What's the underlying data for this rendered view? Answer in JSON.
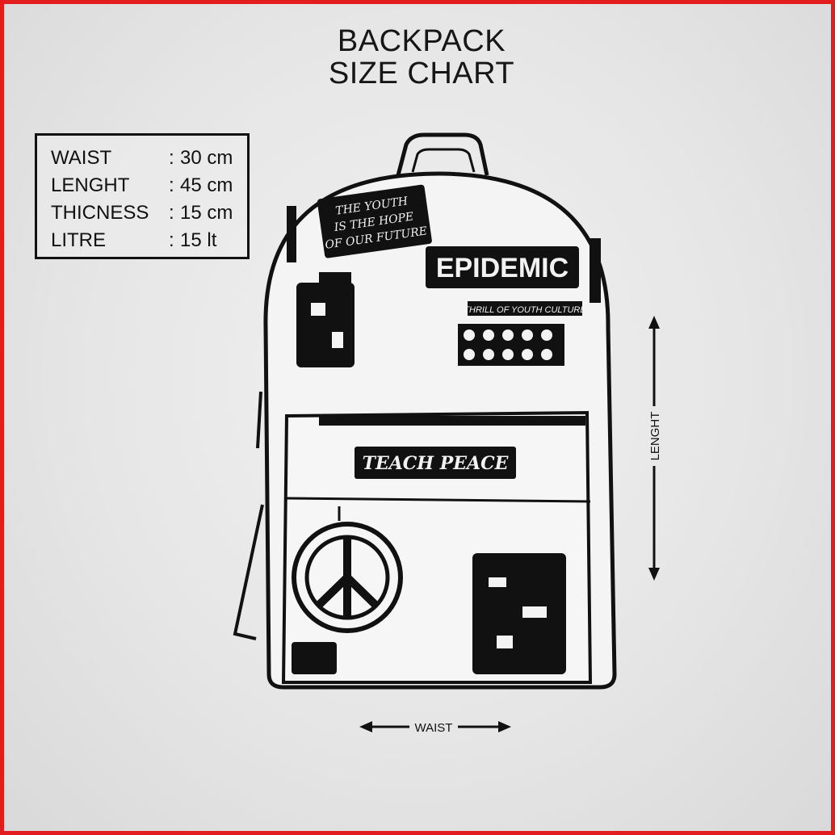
{
  "title": {
    "line1": "BACKPACK",
    "line2": "SIZE CHART"
  },
  "specs": [
    {
      "label": "WAIST",
      "value": "30 cm"
    },
    {
      "label": "LENGHT",
      "value": "45 cm"
    },
    {
      "label": "THICNESS",
      "value": "15 cm"
    },
    {
      "label": "LITRE",
      "value": "15 lt"
    }
  ],
  "colon": ":",
  "dimensions": {
    "length_label": "LENGHT",
    "width_label": "WAIST"
  },
  "patches": {
    "youth": [
      "THE YOUTH",
      "IS THE HOPE",
      "OF OUR FUTURE"
    ],
    "brand": "EPIDEMIC",
    "tagline": "THRILL OF YOUTH CULTURE",
    "pocket": "TEACH PEACE"
  },
  "colors": {
    "border": "#e31d1d",
    "ink": "#111111",
    "background": "#e6e6e6"
  }
}
